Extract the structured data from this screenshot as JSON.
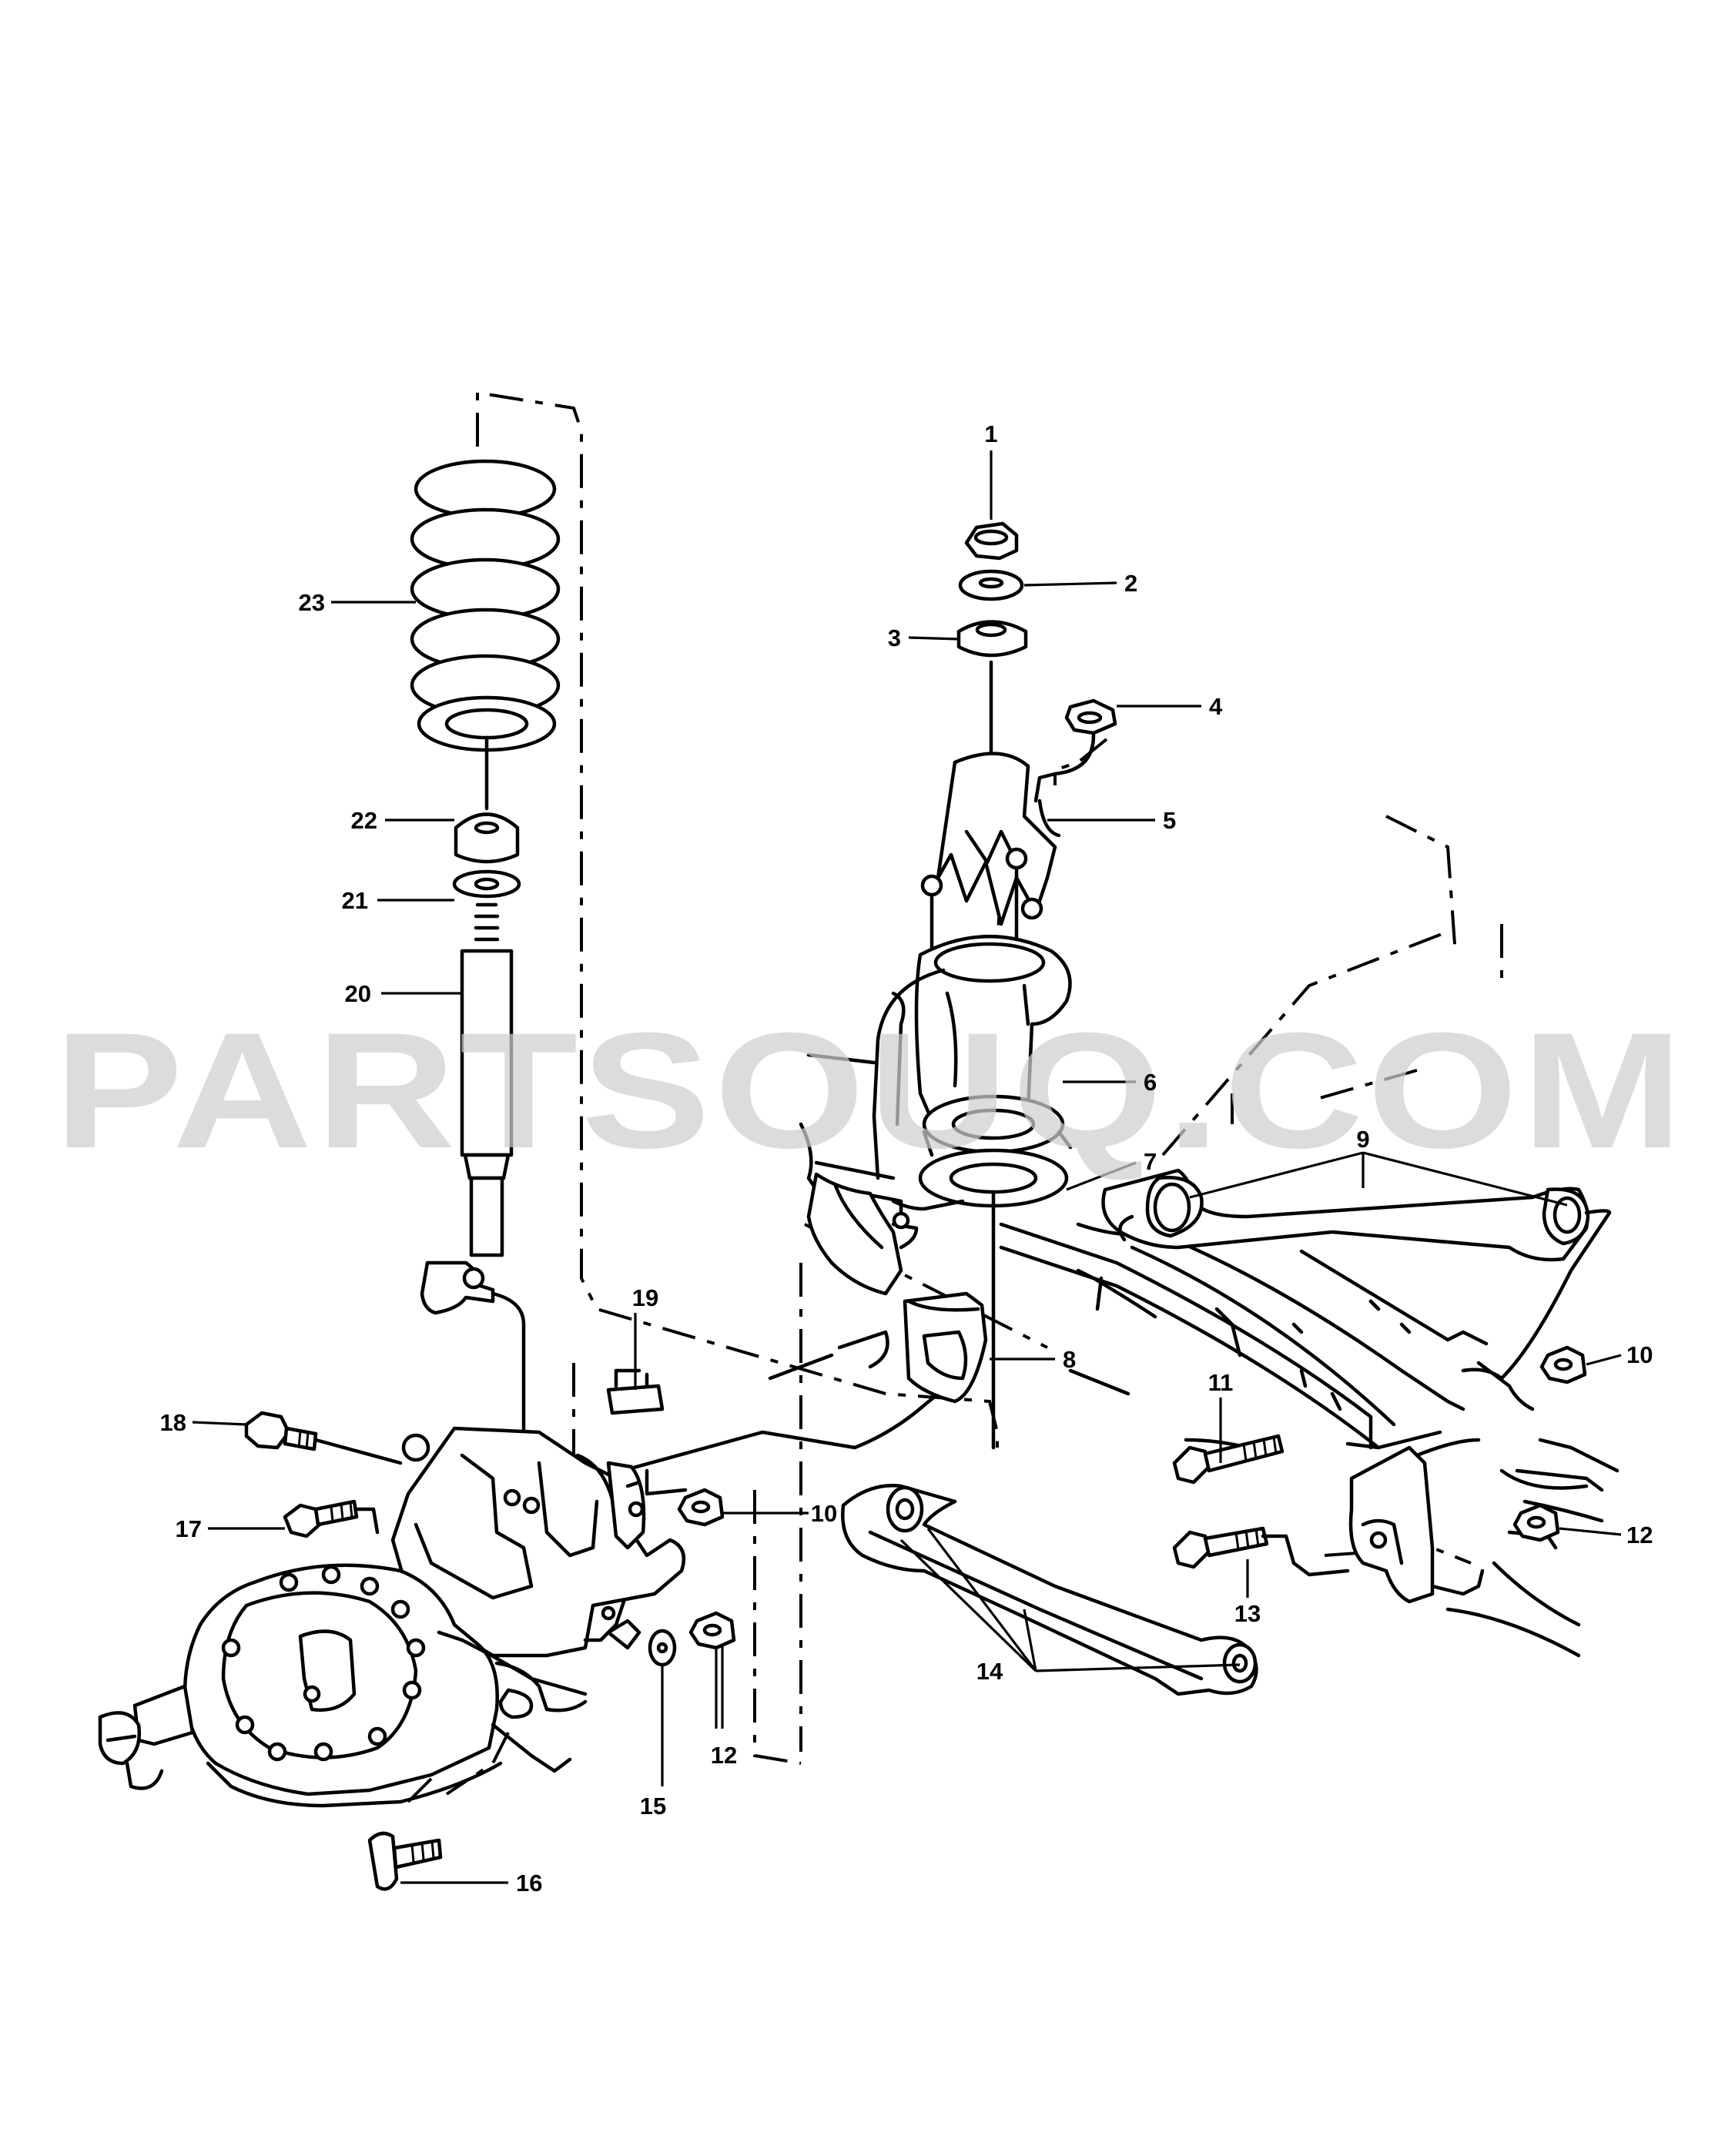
{
  "watermark": "PARTSOUQ.COM",
  "callouts": [
    "1",
    "2",
    "3",
    "4",
    "5",
    "6",
    "7",
    "8",
    "9",
    "10",
    "10",
    "11",
    "12",
    "12",
    "13",
    "14",
    "15",
    "16",
    "17",
    "18",
    "19",
    "20",
    "21",
    "22",
    "23"
  ]
}
